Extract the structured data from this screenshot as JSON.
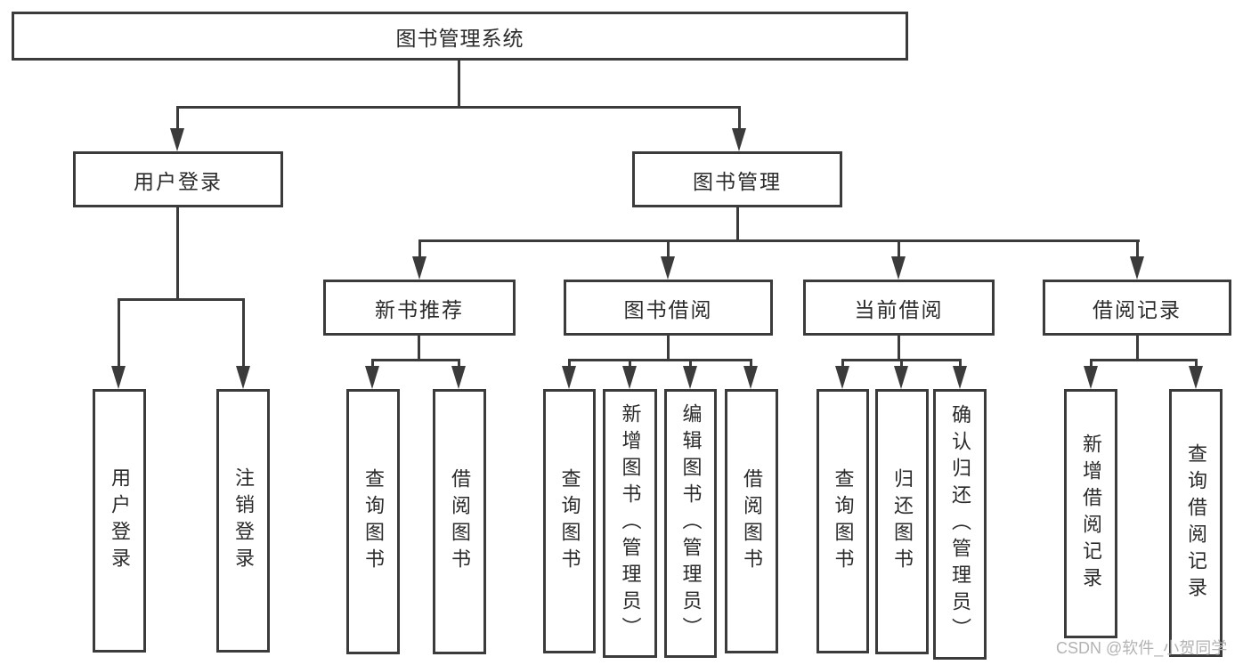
{
  "diagram": {
    "root": "图书管理系统",
    "level2": [
      "用户登录",
      "图书管理"
    ],
    "level3": [
      "新书推荐",
      "图书借阅",
      "当前借阅",
      "借阅记录"
    ],
    "leaves": {
      "userLogin": [
        "用户登录",
        "注销登录"
      ],
      "newBooks": [
        "查询图书",
        "借阅图书"
      ],
      "bookBorrow": [
        "查询图书",
        "新增图书（管理员）",
        "编辑图书（管理员）",
        "借阅图书"
      ],
      "currentBorrow": [
        "查询图书",
        "归还图书",
        "确认归还（管理员）"
      ],
      "borrowRecords": [
        "新增借阅记录",
        "查询借阅记录"
      ]
    }
  },
  "watermark": {
    "text": "CSDN @软件_小贺同学"
  },
  "colors": {
    "line": "#3b3b3b",
    "border": "#3b3b3b",
    "text": "#2b2b2b",
    "watermark": "#b3b3b3",
    "background": "#ffffff"
  }
}
